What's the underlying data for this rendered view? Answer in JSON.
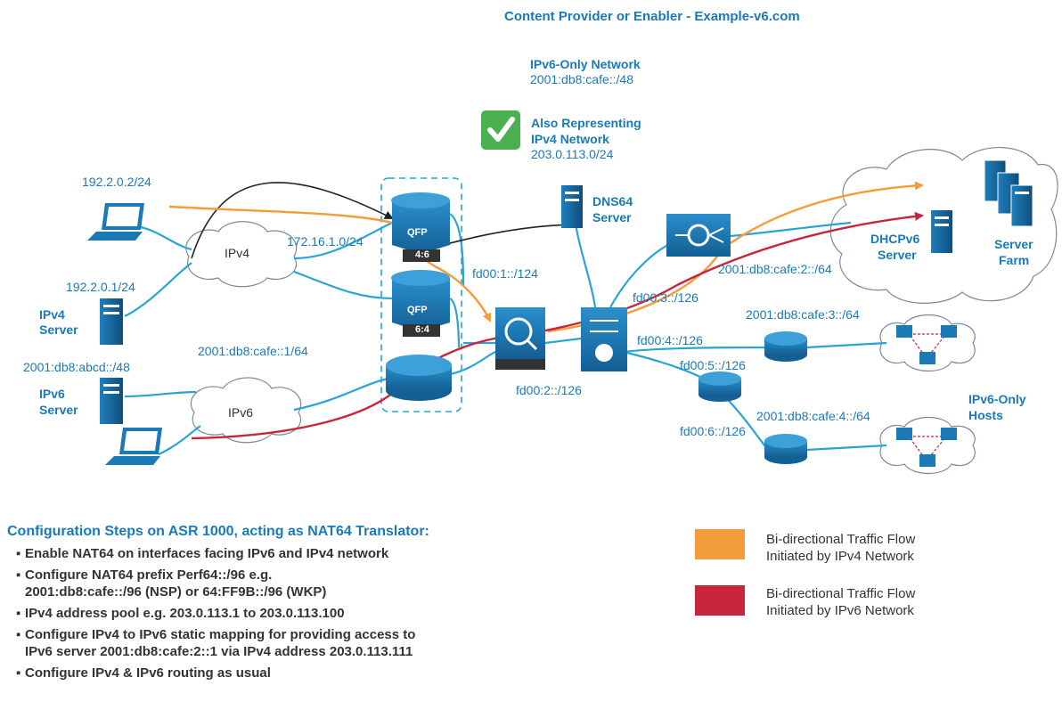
{
  "title": "Content Provider or Enabler - Example-v6.com",
  "network": {
    "ipv6_only_network_label": "IPv6-Only Network",
    "ipv6_only_network_prefix": "2001:db8:cafe::/48",
    "also_representing_line1": "Also Representing",
    "also_representing_line2": "IPv4 Network",
    "ipv4_network_prefix": "203.0.113.0/24"
  },
  "labels": {
    "laptop_ipv4_addr": "192.2.0.2/24",
    "ipv4_server_addr": "192.2.0.1/24",
    "ipv4_server_line1": "IPv4",
    "ipv4_server_line2": "Server",
    "ipv6_server_addr": "2001:db8:abcd::/48",
    "ipv6_server_line1": "IPv6",
    "ipv6_server_line2": "Server",
    "ipv4_cloud": "IPv4",
    "ipv6_cloud": "IPv6",
    "link_172": "172.16.1.0/24",
    "link_cafe1": "2001:db8:cafe::1/64",
    "qfp_top": "QFP",
    "qfp_bottom": "QFP",
    "badge_46": "4:6",
    "badge_64": "6:4",
    "dns64_line1": "DNS64",
    "dns64_line2": "Server",
    "fd00_1": "fd00:1::/124",
    "fd00_2": "fd00:2::/126",
    "fd00_3": "fd00:3::/126",
    "fd00_4": "fd00:4::/126",
    "fd00_5": "fd00:5::/126",
    "fd00_6": "fd00:6::/126",
    "cafe2": "2001:db8:cafe:2::/64",
    "cafe3": "2001:db8:cafe:3::/64",
    "cafe4": "2001:db8:cafe:4::/64",
    "dhcpv6_line1": "DHCPv6",
    "dhcpv6_line2": "Server",
    "server_farm_line1": "Server",
    "server_farm_line2": "Farm",
    "ipv6_hosts_line1": "IPv6-Only",
    "ipv6_hosts_line2": "Hosts"
  },
  "steps": {
    "heading": "Configuration Steps on ASR 1000, acting as NAT64 Translator:",
    "items": [
      {
        "line1": "Enable NAT64 on interfaces facing IPv6 and IPv4 network",
        "line2": ""
      },
      {
        "line1": "Configure NAT64 prefix Perf64::/96 e.g.",
        "line2": "2001:db8:cafe::/96 (NSP) or 64:FF9B::/96 (WKP)"
      },
      {
        "line1": "IPv4 address pool e.g. 203.0.113.1 to 203.0.113.100",
        "line2": ""
      },
      {
        "line1": "Configure IPv4 to IPv6 static mapping for providing access to",
        "line2": "IPv6 server 2001:db8:cafe:2::1 via IPv4 address 203.0.113.111"
      },
      {
        "line1": "Configure IPv4 & IPv6 routing as usual",
        "line2": ""
      }
    ]
  },
  "legend": [
    {
      "color": "#f39c3a",
      "line1": "Bi-directional Traffic Flow",
      "line2": "Initiated by IPv4 Network"
    },
    {
      "color": "#c8243c",
      "line1": "Bi-directional Traffic Flow",
      "line2": "Initiated by IPv6 Network"
    }
  ],
  "colors": {
    "link_blue": "#2ba3d4",
    "device_blue": "#1a7ab8",
    "ipv4_flow": "#f39c3a",
    "ipv6_flow": "#c8243c",
    "check_green": "#4caf50"
  }
}
